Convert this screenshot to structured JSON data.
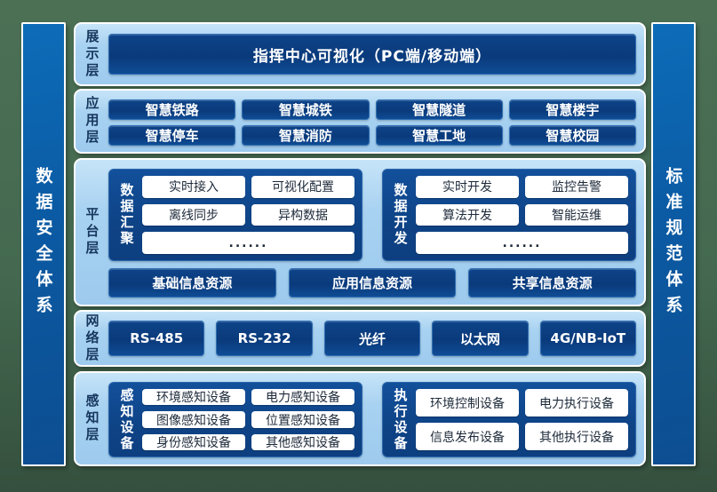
{
  "colors": {
    "background_green": "#47684E",
    "section_light_blue": "#A8D2F1",
    "deep_blue": "#0B4188",
    "side_bar_blue": "#0C5FA8",
    "label_navy": "#17375E",
    "white": "#FFFFFF"
  },
  "left_bar": {
    "text": "数据安全体系"
  },
  "right_bar": {
    "text": "标准规范体系"
  },
  "display_layer": {
    "label": "展示层",
    "banner": "指挥中心可视化（PC端/移动端）"
  },
  "application_layer": {
    "label": "应用层",
    "buttons": [
      "智慧铁路",
      "智慧城铁",
      "智慧隧道",
      "智慧楼宇",
      "智慧停车",
      "智慧消防",
      "智慧工地",
      "智慧校园"
    ]
  },
  "platform_layer": {
    "label": "平台层",
    "panels": [
      {
        "title": "数据汇聚",
        "items": [
          "实时接入",
          "可视化配置",
          "离线同步",
          "异构数据"
        ],
        "more": "......"
      },
      {
        "title": "数据开发",
        "items": [
          "实时开发",
          "监控告警",
          "算法开发",
          "智能运维"
        ],
        "more": "......"
      }
    ],
    "resources": [
      "基础信息资源",
      "应用信息资源",
      "共享信息资源"
    ]
  },
  "network_layer": {
    "label": "网络层",
    "buttons": [
      "RS-485",
      "RS-232",
      "光纤",
      "以太网",
      "4G/NB-IoT"
    ]
  },
  "perception_layer": {
    "label": "感知层",
    "panels": [
      {
        "title": "感知设备",
        "items": [
          "环境感知设备",
          "电力感知设备",
          "图像感知设备",
          "位置感知设备",
          "身份感知设备",
          "其他感知设备"
        ]
      },
      {
        "title": "执行设备",
        "items": [
          "环境控制设备",
          "电力执行设备",
          "信息发布设备",
          "其他执行设备"
        ]
      }
    ]
  }
}
